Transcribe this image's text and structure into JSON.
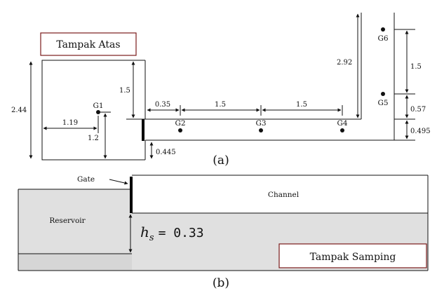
{
  "top_view": {
    "title": "Tampak Atas",
    "caption": "(a)",
    "gauges": [
      "G1",
      "G2",
      "G3",
      "G4",
      "G5",
      "G6"
    ],
    "dimensions": {
      "reservoir_height": "2.44",
      "reservoir_upper": "1.5",
      "g1_x": "1.19",
      "g1_y": "1.2",
      "gate_offset": "0.445",
      "seg_1": "0.35",
      "seg_2": "1.5",
      "seg_3": "1.5",
      "vertical_arm": "2.92",
      "right_upper": "1.5",
      "right_mid": "0.57",
      "right_lower": "0.495"
    }
  },
  "side_view": {
    "title": "Tampak Samping",
    "caption": "(b)",
    "gate_label": "Gate",
    "channel_label": "Channel",
    "reservoir_label": "Reservoir",
    "hs_symbol": "h",
    "hs_sub": "s",
    "hs_value": "= 0.33"
  }
}
